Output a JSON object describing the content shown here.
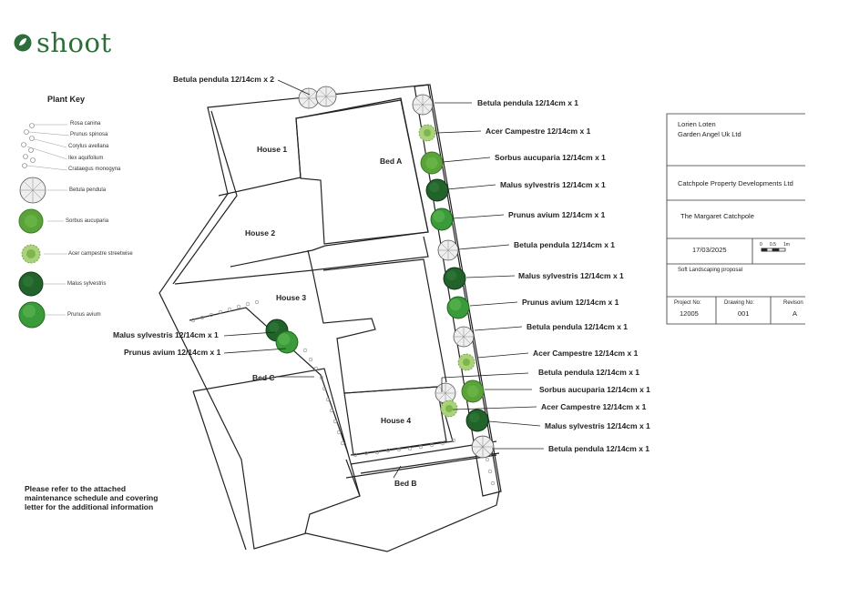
{
  "logo": {
    "text": "shoot",
    "color": "#2d6e3a"
  },
  "plant_key": {
    "title": "Plant Key",
    "items": [
      {
        "label": "Rosa canina",
        "symbol": "hedge"
      },
      {
        "label": "Prunus spinosa",
        "symbol": "hedge"
      },
      {
        "label": "Corylus avellana",
        "symbol": "hedge"
      },
      {
        "label": "Ilex aquifolium",
        "symbol": "hedge"
      },
      {
        "label": "Crataegus monogyna",
        "symbol": "hedge"
      },
      {
        "label": "Betula pendula",
        "symbol": "betula"
      },
      {
        "label": "Sorbus aucuparia",
        "symbol": "sorbus"
      },
      {
        "label": "Acer campestre streetwise",
        "symbol": "acer"
      },
      {
        "label": "Malus sylvestris",
        "symbol": "malus"
      },
      {
        "label": "Prunus avium",
        "symbol": "prunus"
      }
    ]
  },
  "rooms": {
    "house1": "House 1",
    "house2": "House 2",
    "house3": "House 3",
    "house4": "House 4",
    "bedA": "Bed A",
    "bedB": "Bed B",
    "bedC": "Bed C"
  },
  "callouts": [
    "Betula pendula 12/14cm x 2",
    "Betula pendula 12/14cm x 1",
    "Acer Campestre 12/14cm x 1",
    "Sorbus aucuparia 12/14cm x 1",
    "Malus sylvestris 12/14cm x 1",
    "Prunus avium 12/14cm x 1",
    "Betula pendula 12/14cm x 1",
    "Malus sylvestris 12/14cm x 1",
    "Prunus avium 12/14cm x 1",
    "Betula pendula 12/14cm x 1",
    "Acer Campestre 12/14cm x 1",
    "Betula pendula 12/14cm x 1",
    "Sorbus aucuparia 12/14cm x 1",
    "Acer Campestre 12/14cm x 1",
    "Malus sylvestris 12/14cm x 1",
    "Betula pendula 12/14cm x 1",
    "Malus sylvestris 12/14cm x 1",
    "Prunus avium 12/14cm x 1"
  ],
  "note": "Please refer to the attached maintenance schedule and covering letter for the additional information",
  "title_block": {
    "designer_name": "Lorien Loten",
    "designer_company": "Garden Angel Uk Ltd",
    "client": "Catchpole Property Developments  Ltd",
    "project": "The Margaret Catchpole",
    "date": "17/03/2025",
    "scale_start": "0",
    "scale_mid": "0.5",
    "scale_end": "1m",
    "drawing_title": "Soft Landscaping proposal",
    "project_no_label": "Project No:",
    "project_no": "12005",
    "drawing_no_label": "Drawing No:",
    "drawing_no": "001",
    "revision_label": "Revison",
    "revision": "A"
  },
  "colors": {
    "sorbus": "#5aa33a",
    "acer": "#8dbf5a",
    "malus": "#22632c",
    "prunus": "#3b9a3a",
    "betula": "#e8e8e8",
    "outline": "#222222"
  }
}
